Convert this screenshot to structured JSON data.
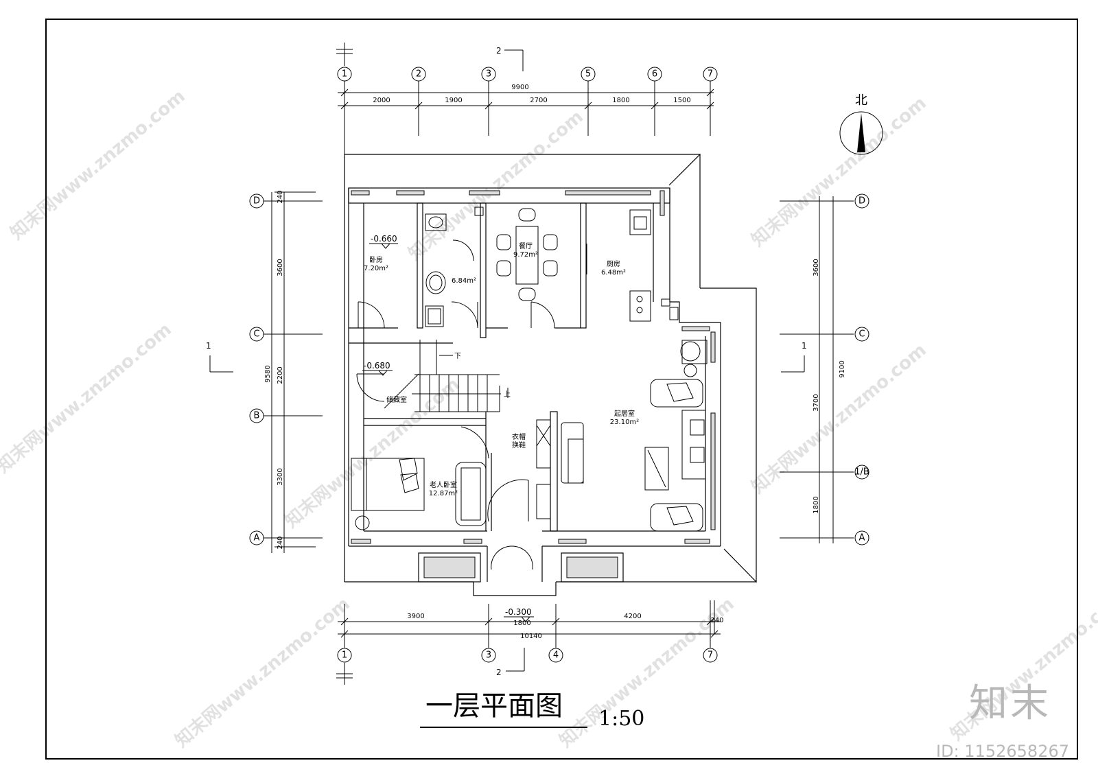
{
  "drawing": {
    "title": "一层平面图",
    "scale": "1:50",
    "north_label": "北",
    "brand": "知末",
    "id_text": "ID: 1152658267",
    "watermark_text": "知末网www.znzmo.com"
  },
  "grid_top": [
    "1",
    "2",
    "3",
    "5",
    "6",
    "7"
  ],
  "grid_bottom": [
    "1",
    "3",
    "4",
    "7"
  ],
  "grid_left": [
    "D",
    "C",
    "B",
    "A"
  ],
  "grid_right": [
    "D",
    "C",
    "1/B",
    "A"
  ],
  "section_marks": {
    "section1": "1",
    "section2": "2"
  },
  "dims_top": {
    "total": "9900",
    "segments": [
      "2000",
      "1900",
      "2700",
      "1800",
      "1500"
    ]
  },
  "dims_bottom": {
    "total": "10140",
    "segments": [
      "3900",
      "1800",
      "4200",
      "240"
    ]
  },
  "dims_left": {
    "total": "9580",
    "segments": [
      "240",
      "3600",
      "2200",
      "3300",
      "240"
    ]
  },
  "dims_right": {
    "total": "9100",
    "segments": [
      "3600",
      "3700",
      "1800"
    ]
  },
  "levels": {
    "l1": "-0.660",
    "l2": "-0.680",
    "l3": "-0.300"
  },
  "rooms": {
    "bedroom1": {
      "name": "卧房",
      "area": "7.20m²"
    },
    "bath": {
      "name": "",
      "area": "6.84m²"
    },
    "dining": {
      "name": "餐厅",
      "area": "9.72m²"
    },
    "kitchen": {
      "name": "厨房",
      "area": "6.48m²"
    },
    "storage": {
      "name": "储藏室"
    },
    "living": {
      "name": "起居室",
      "area": "23.10m²"
    },
    "elder": {
      "name": "老人卧室",
      "area": "12.87m²"
    },
    "closet": {
      "name1": "衣帽",
      "name2": "换鞋"
    }
  },
  "stairs": {
    "down": "下",
    "up": "上"
  }
}
